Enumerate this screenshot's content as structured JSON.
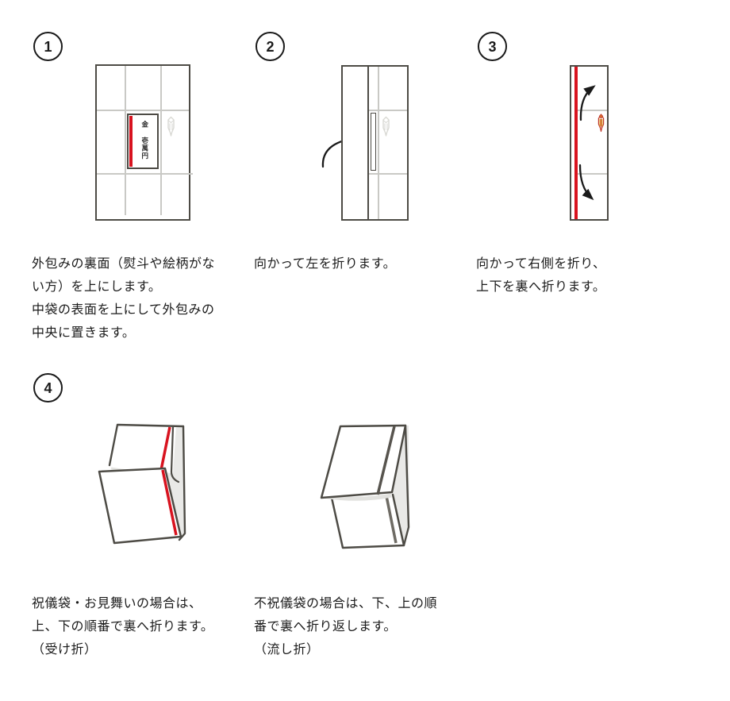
{
  "colors": {
    "ink": "#4d4b45",
    "accent_red": "#d8131f",
    "fold_line": "#c9c9c5",
    "shade": "#e9e9e7",
    "stripe_gray": "#6e6b64",
    "text": "#1a1a1a",
    "noshi_faint": "#d9d9d4"
  },
  "steps": [
    {
      "number": "1",
      "caption": "外包みの裏面（熨斗や絵柄がな\nい方）を上にします。\n中袋の表面を上にして外包みの\n中央に置きます。"
    },
    {
      "number": "2",
      "caption": "向かって左を折ります。"
    },
    {
      "number": "3",
      "caption": "向かって右側を折り、\n上下を裏へ折ります。"
    },
    {
      "number": "4",
      "caption_left": "祝儀袋・お見舞いの場合は、\n上、下の順番で裏へ折ります。\n（受け折）",
      "caption_right": "不祝儀袋の場合は、下、上の順\n番で裏へ折り返します。\n（流し折）"
    }
  ],
  "inner_envelope_label": "金 壱萬円"
}
